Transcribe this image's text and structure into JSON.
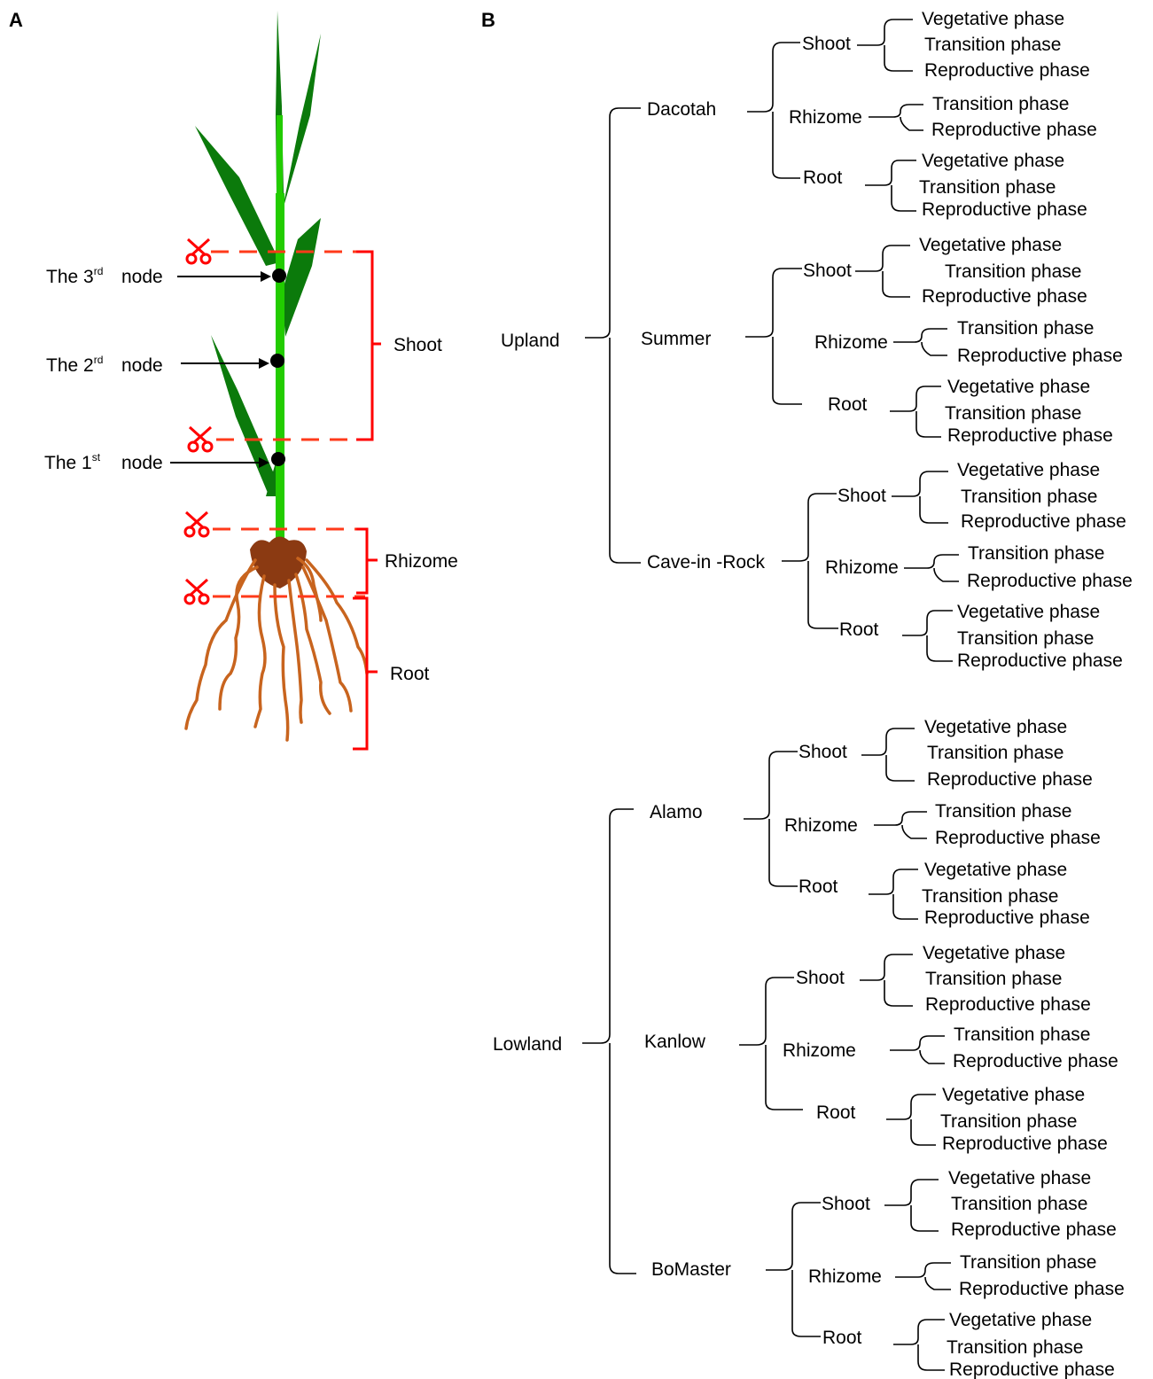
{
  "panels": {
    "a": "A",
    "b": "B"
  },
  "panel_a": {
    "nodes": [
      {
        "prefix": "The 3",
        "sup": "rd",
        "suffix": "node"
      },
      {
        "prefix": "The 2",
        "sup": "rd",
        "suffix": "node"
      },
      {
        "prefix": "The 1",
        "sup": "st",
        "suffix": "node"
      }
    ],
    "sections": {
      "shoot": "Shoot",
      "rhizome": "Rhizome",
      "root": "Root"
    },
    "colors": {
      "stem": "#22cc00",
      "leaf": "#0b7a0b",
      "cut": "#ff0000",
      "cut_line": "#ff3a1a",
      "rhizome": "#8b3a12",
      "roots": "#c8641e"
    }
  },
  "panel_b": {
    "ecotypes": [
      {
        "name": "Upland",
        "cultivars": [
          {
            "name": "Dacotah",
            "tissues": [
              {
                "name": "Shoot",
                "phases": [
                  "Vegetative phase",
                  "Transition phase",
                  "Reproductive phase"
                ]
              },
              {
                "name": "Rhizome",
                "phases": [
                  "Transition phase",
                  "Reproductive phase"
                ]
              },
              {
                "name": "Root",
                "phases": [
                  "Vegetative phase",
                  "Transition phase",
                  "Reproductive phase"
                ]
              }
            ]
          },
          {
            "name": "Summer",
            "tissues": [
              {
                "name": "Shoot",
                "phases": [
                  "Vegetative phase",
                  "Transition phase",
                  "Reproductive phase"
                ]
              },
              {
                "name": "Rhizome",
                "phases": [
                  "Transition phase",
                  "Reproductive phase"
                ]
              },
              {
                "name": "Root",
                "phases": [
                  "Vegetative phase",
                  "Transition phase",
                  "Reproductive phase"
                ]
              }
            ]
          },
          {
            "name": "Cave-in -Rock",
            "tissues": [
              {
                "name": "Shoot",
                "phases": [
                  "Vegetative phase",
                  "Transition phase",
                  "Reproductive phase"
                ]
              },
              {
                "name": "Rhizome",
                "phases": [
                  "Transition phase",
                  "Reproductive phase"
                ]
              },
              {
                "name": "Root",
                "phases": [
                  "Vegetative phase",
                  "Transition phase",
                  "Reproductive phase"
                ]
              }
            ]
          }
        ]
      },
      {
        "name": "Lowland",
        "cultivars": [
          {
            "name": "Alamo",
            "tissues": [
              {
                "name": "Shoot",
                "phases": [
                  "Vegetative phase",
                  "Transition phase",
                  "Reproductive phase"
                ]
              },
              {
                "name": "Rhizome",
                "phases": [
                  "Transition phase",
                  "Reproductive phase"
                ]
              },
              {
                "name": "Root",
                "phases": [
                  "Vegetative phase",
                  "Transition phase",
                  "Reproductive phase"
                ]
              }
            ]
          },
          {
            "name": "Kanlow",
            "tissues": [
              {
                "name": "Shoot",
                "phases": [
                  "Vegetative phase",
                  "Transition phase",
                  "Reproductive phase"
                ]
              },
              {
                "name": "Rhizome",
                "phases": [
                  "Transition phase",
                  "Reproductive phase"
                ]
              },
              {
                "name": "Root",
                "phases": [
                  "Vegetative phase",
                  "Transition phase",
                  "Reproductive phase"
                ]
              }
            ]
          },
          {
            "name": "BoMaster",
            "tissues": [
              {
                "name": "Shoot",
                "phases": [
                  "Vegetative phase",
                  "Transition phase",
                  "Reproductive phase"
                ]
              },
              {
                "name": "Rhizome",
                "phases": [
                  "Transition phase",
                  "Reproductive phase"
                ]
              },
              {
                "name": "Root",
                "phases": [
                  "Vegetative phase",
                  "Transition phase",
                  "Reproductive phase"
                ]
              }
            ]
          }
        ]
      }
    ]
  }
}
